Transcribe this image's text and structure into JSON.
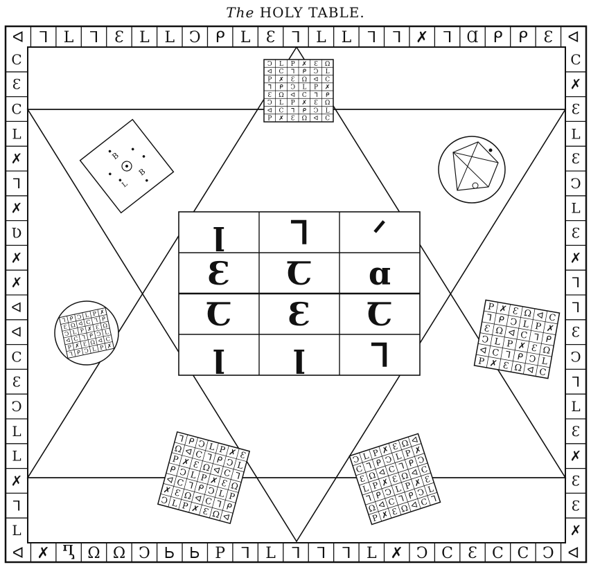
{
  "title": {
    "prefix": "The",
    "main": "HOLY TABLE."
  },
  "border": {
    "top": [
      "ᐊ",
      "ᒣ",
      "L",
      "ᒣ",
      "Ɛ",
      "L",
      "L",
      "Ↄ",
      "ᑭ",
      "L",
      "Ɛ",
      "ᒣ",
      "L",
      "L",
      "ᒣ",
      "ᒣ",
      "✗",
      "ᒣ",
      "Ɑ",
      "ᑭ",
      "ᑭ",
      "Ɛ",
      "ᐊ"
    ],
    "bottom": [
      "ᐊ",
      "✗",
      "Ⴂ",
      "Ω",
      "Ω",
      "Ↄ",
      "Ꮟ",
      "Ꮟ",
      "P",
      "ᒣ",
      "L",
      "ᒣ",
      "ᒣ",
      "ᒣ",
      "L",
      "✗",
      "Ↄ",
      "C",
      "Ɛ",
      "C",
      "C",
      "Ↄ",
      "ᐊ"
    ],
    "left": [
      "C",
      "Ɛ",
      "C",
      "L",
      "✗",
      "ᒣ",
      "✗",
      "Ʋ",
      "✗",
      "✗",
      "ᐊ",
      "ᐊ",
      "C",
      "Ɛ",
      "Ↄ",
      "L",
      "L",
      "✗",
      "ᒣ",
      "L"
    ],
    "right": [
      "C",
      "✗",
      "Ɛ",
      "L",
      "Ɛ",
      "Ↄ",
      "L",
      "Ɛ",
      "✗",
      "ᒣ",
      "ᒣ",
      "Ɛ",
      "Ↄ",
      "ᒣ",
      "L",
      "Ɛ",
      "✗",
      "Ɛ",
      "Ɛ",
      "✗"
    ]
  },
  "center_grid": [
    [
      "ꞁ",
      "ᒣ",
      "ᐟ"
    ],
    [
      "Ɛ",
      "Ꞇ",
      "ɑ"
    ],
    [
      "Ꞇ",
      "Ɛ",
      "Ꞇ"
    ],
    [
      "ꞁ",
      "ꞁ",
      "ᒣ"
    ]
  ],
  "seals": [
    {
      "name": "top-letter-square",
      "type": "letter-grid",
      "rows": 8,
      "cols": 6
    },
    {
      "name": "left-diamond-sigil",
      "type": "sigil",
      "letters": [
        "B",
        "L",
        "B"
      ]
    },
    {
      "name": "right-circle-pentacle",
      "type": "circle-sigil"
    },
    {
      "name": "left-circle-letter-seal",
      "type": "circle-grid"
    },
    {
      "name": "right-letter-square",
      "type": "letter-grid",
      "rows": 6,
      "cols": 6
    },
    {
      "name": "bottom-left-letter-square",
      "type": "letter-grid",
      "rows": 7,
      "cols": 7
    },
    {
      "name": "bottom-right-letter-square",
      "type": "letter-grid",
      "rows": 7,
      "cols": 7
    }
  ]
}
